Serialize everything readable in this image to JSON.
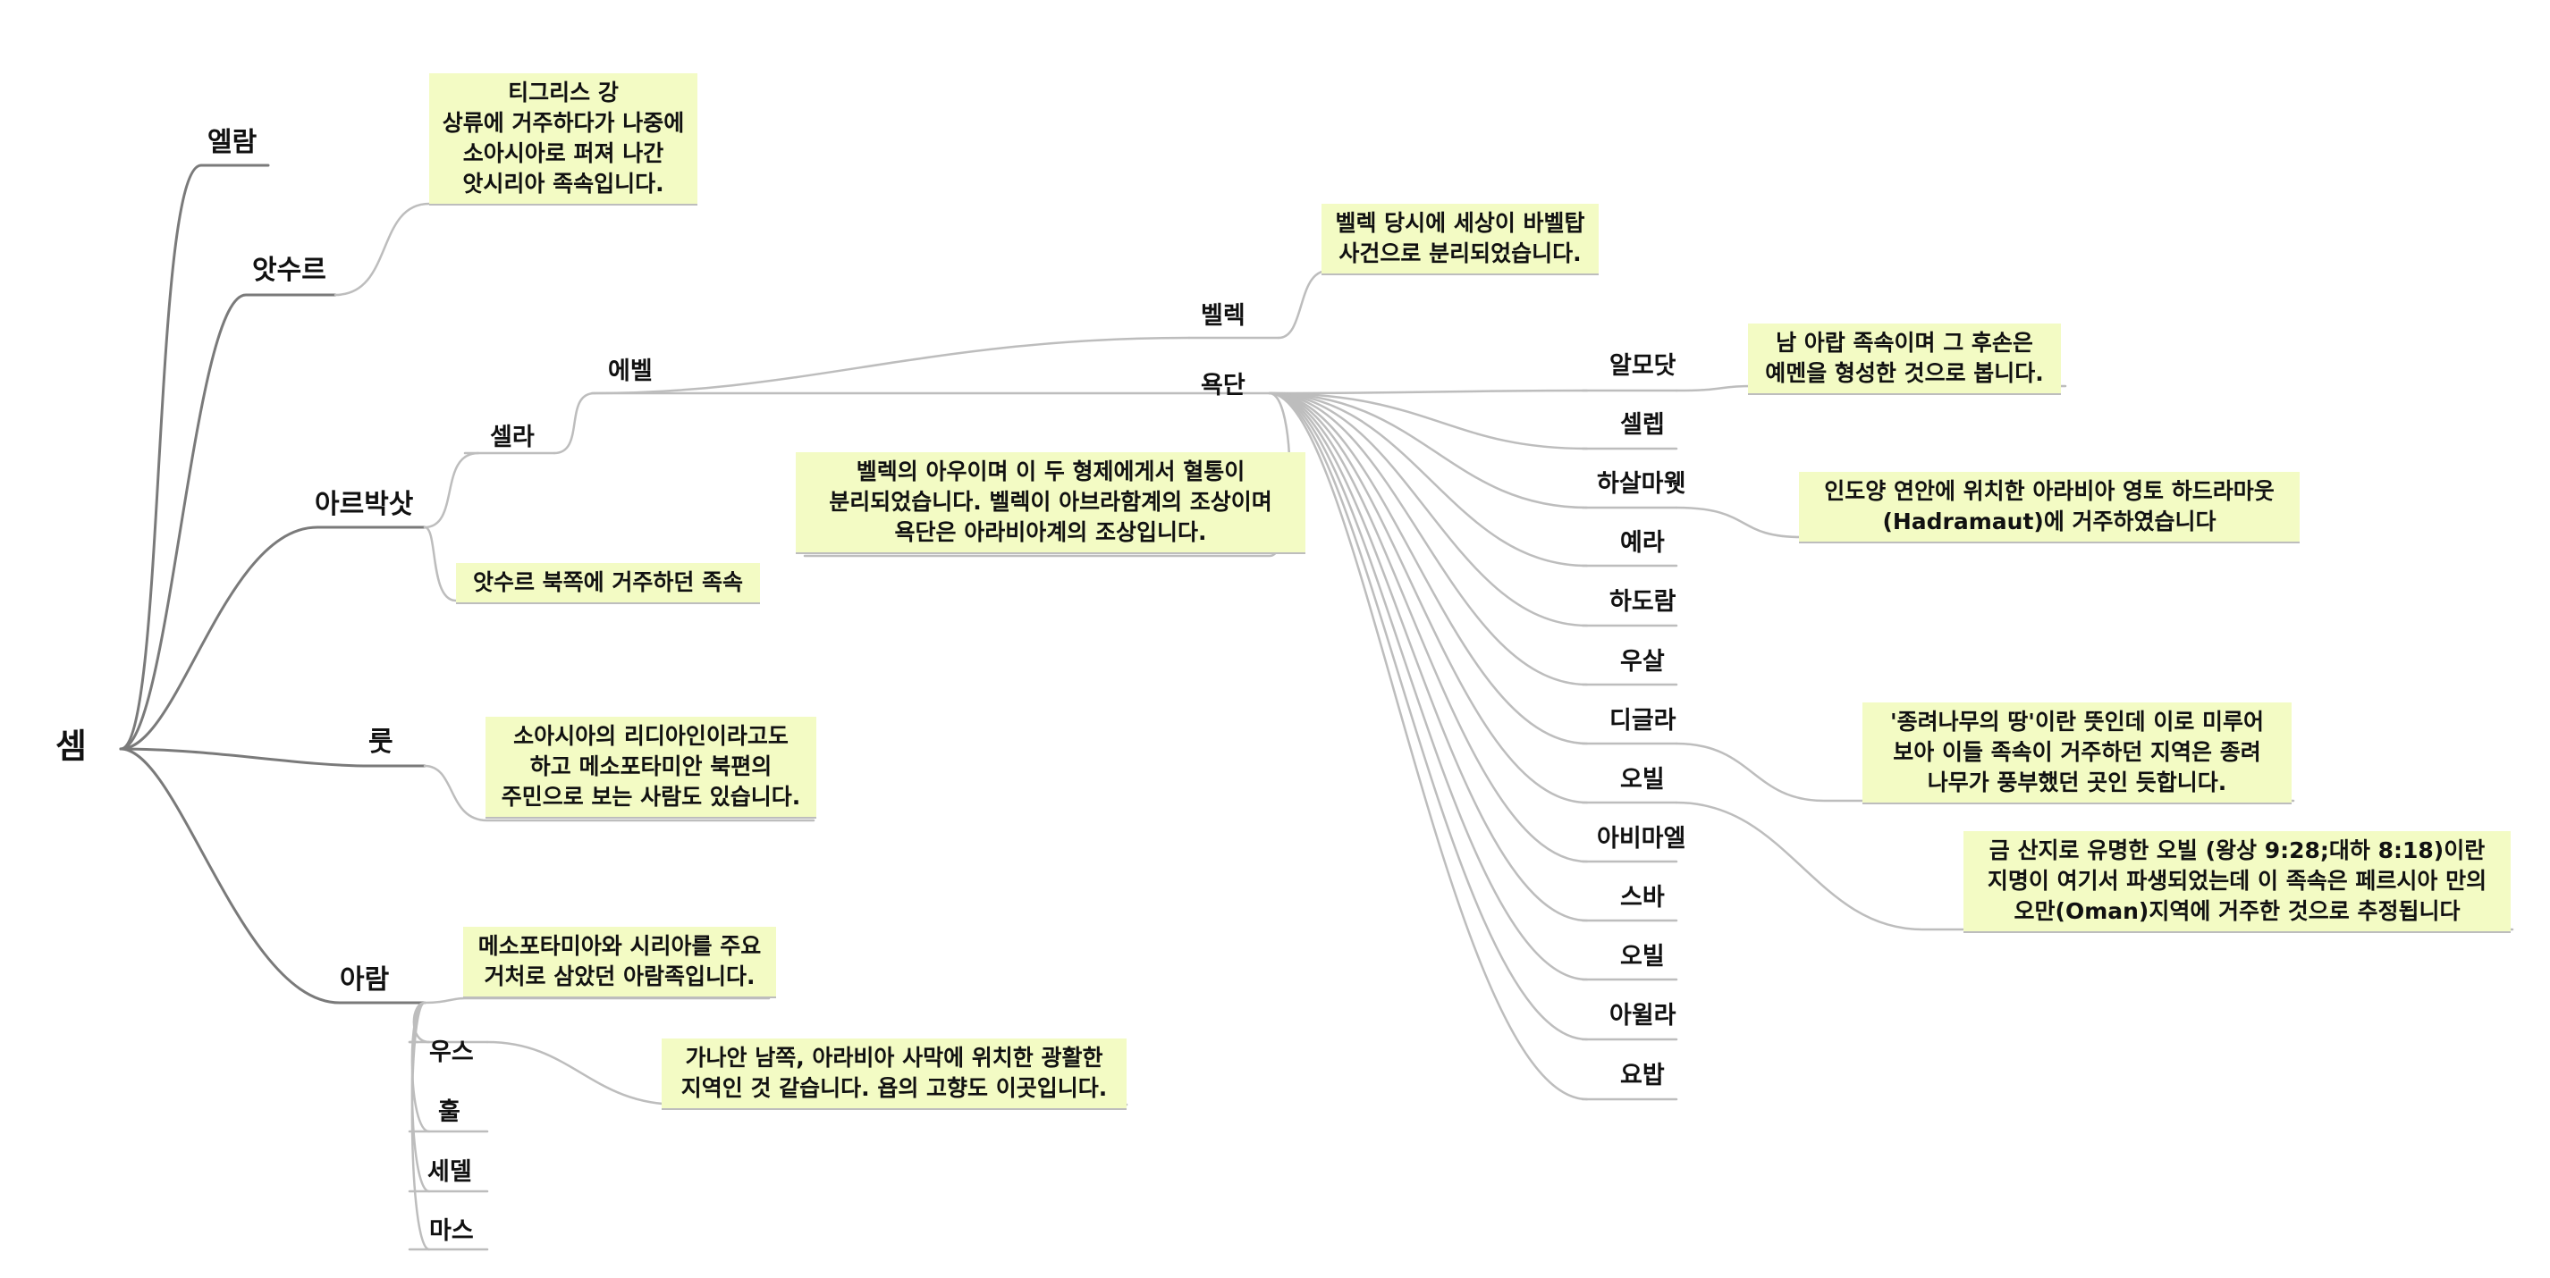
{
  "root": "셈",
  "sons": {
    "elam": "엘람",
    "asshur": "앗수르",
    "arphaxad": "아르박삿",
    "lud": "룻",
    "aram": "아람"
  },
  "arphaxad_children": {
    "shelah": "셀라",
    "eber": "에벨",
    "peleg": "벨렉",
    "joktan": "욕단"
  },
  "aram_children": [
    "우스",
    "훌",
    "세델",
    "마스"
  ],
  "joktan_children": [
    "알모닷",
    "셀렙",
    "하살마웻",
    "예라",
    "하도람",
    "우살",
    "디글라",
    "오빌",
    "아비마엘",
    "스바",
    "오빌",
    "아윌라",
    "요밥"
  ],
  "notes": {
    "asshur": "티그리스 강\n상류에 거주하다가 나중에\n소아시아로 퍼져 나간\n앗시리아 족속입니다.",
    "arphaxad": "앗수르 북쪽에 거주하던 족속",
    "lud": "소아시아의 리디아인이라고도\n하고 메소포타미안 북편의\n주민으로 보는 사람도 있습니다.",
    "aram": "메소포타미아와 시리아를 주요\n거처로 삼았던 아람족입니다.",
    "uz": "가나안 남쪽, 아라비아 사막에 위치한 광활한\n지역인 것 같습니다. 욥의 고향도 이곳입니다.",
    "peleg": "벨렉 당시에 세상이 바벨탑\n사건으로 분리되었습니다.",
    "eber": "벨렉의 아우이며 이 두 형제에게서 혈통이\n분리되었습니다. 벨렉이 아브라함계의 조상이며\n욕단은 아라비아계의 조상입니다.",
    "almodad": "남 아랍 족속이며 그 후손은\n예멘을 형성한 것으로 봅니다.",
    "hazarmaveth": "인도양 연안에 위치한 아라비아 영토 하드라마웃\n(Hadramaut)에 거주하였습니다",
    "diklah": "'종려나무의 땅'이란 뜻인데 이로 미루어\n보아 이들 족속이 거주하던 지역은 종려\n나무가 풍부했던 곳인 듯합니다.",
    "ophir": "금 산지로 유명한 오빌 (왕상 9:28;대하 8:18)이란\n지명이 여기서 파생되었는데 이 족속은 페르시아 만의\n오만(Oman)지역에 거주한 것으로 추정됩니다"
  },
  "colors": {
    "note_fill": "#f3fbc4",
    "line_dark": "#7a7a7a",
    "line_light": "#bdbdbd"
  }
}
